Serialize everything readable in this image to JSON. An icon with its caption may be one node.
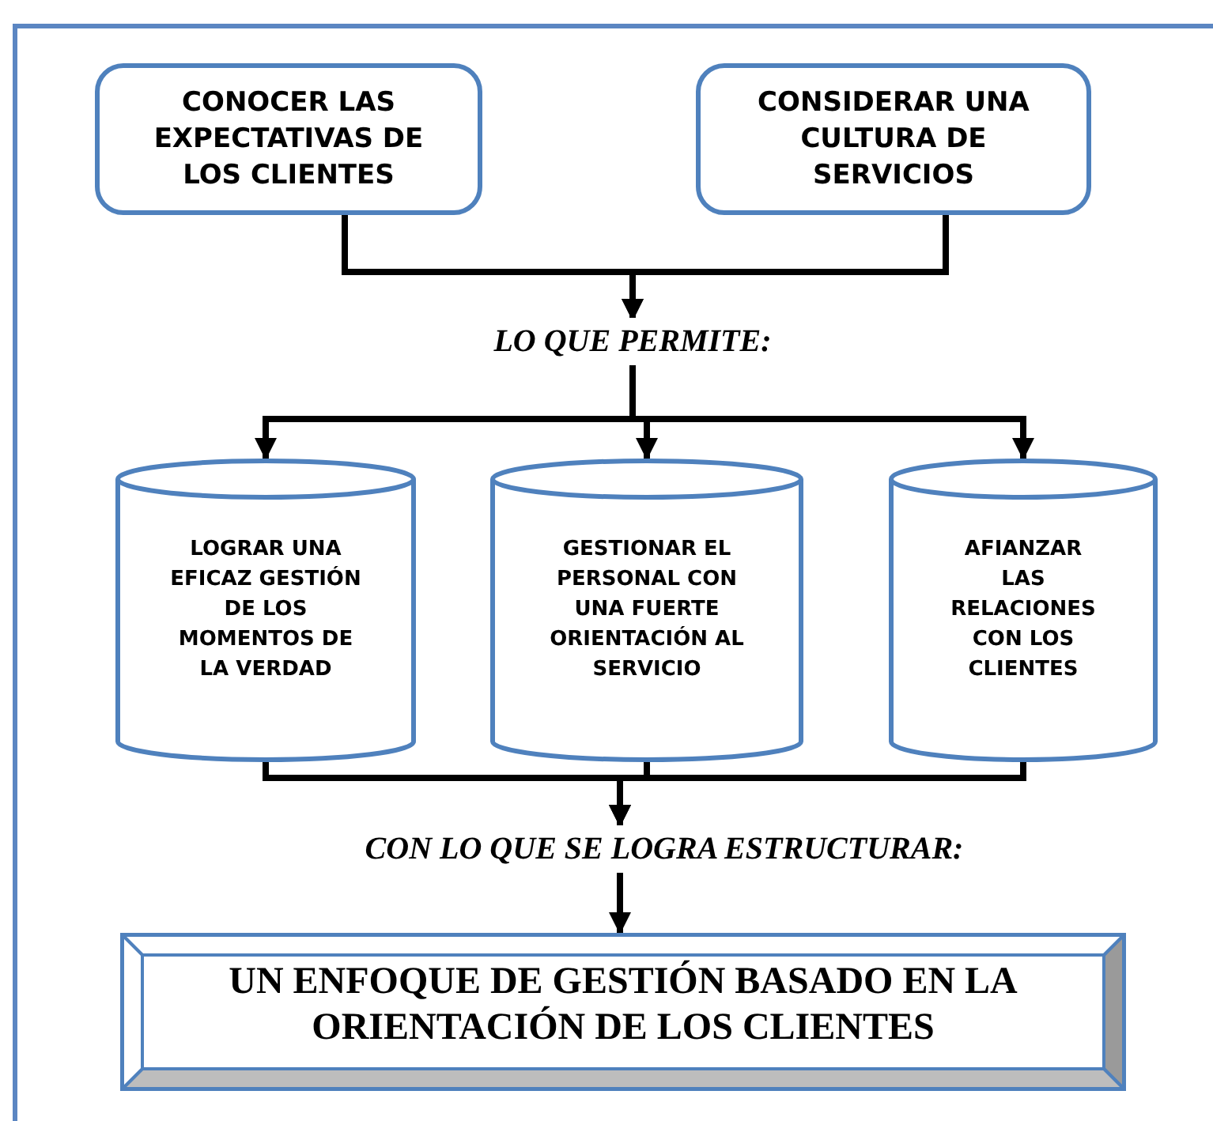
{
  "diagram": {
    "nodes": [
      {
        "text": [
          "CONOCER LAS EXPECTATIVAS DE LOS CLIENTES"
        ]
      },
      {
        "text": [
          "CONSIDERAR UNA CULTURA DE SERVICIOS"
        ]
      },
      {
        "text": [
          "LO QUE PERMITE:"
        ]
      },
      {
        "text": [
          "LOGRAR UNA EFICAZ GESTIÓN DE LOS MOMENTOS DE LA VERDAD"
        ]
      },
      {
        "text": [
          "GESTIONAR EL PERSONAL CON UNA FUERTE ORIENTACIÓN AL SERVICIO"
        ]
      },
      {
        "text": [
          "AFIANZAR LAS RELACIONES CON LOS CLIENTES"
        ]
      },
      {
        "text": [
          "CON LO QUE SE LOGRA ESTRUCTURAR:"
        ]
      },
      {
        "text": [
          "UN ENFOQUE DE GESTIÓN BASADO EN LA ORIENTACIÓN DE LOS CLIENTES"
        ]
      }
    ],
    "edges": [
      {
        "from": 0,
        "to": 2,
        "arrow": "to"
      },
      {
        "from": 1,
        "to": 2,
        "arrow": "to"
      },
      {
        "from": 2,
        "to": 3,
        "arrow": "to"
      },
      {
        "from": 2,
        "to": 4,
        "arrow": "to"
      },
      {
        "from": 2,
        "to": 5,
        "arrow": "to"
      },
      {
        "from": 3,
        "to": 6,
        "arrow": "to"
      },
      {
        "from": 4,
        "to": 6,
        "arrow": "to"
      },
      {
        "from": 5,
        "to": 6,
        "arrow": "to"
      },
      {
        "from": 6,
        "to": 7,
        "arrow": "to"
      }
    ]
  }
}
